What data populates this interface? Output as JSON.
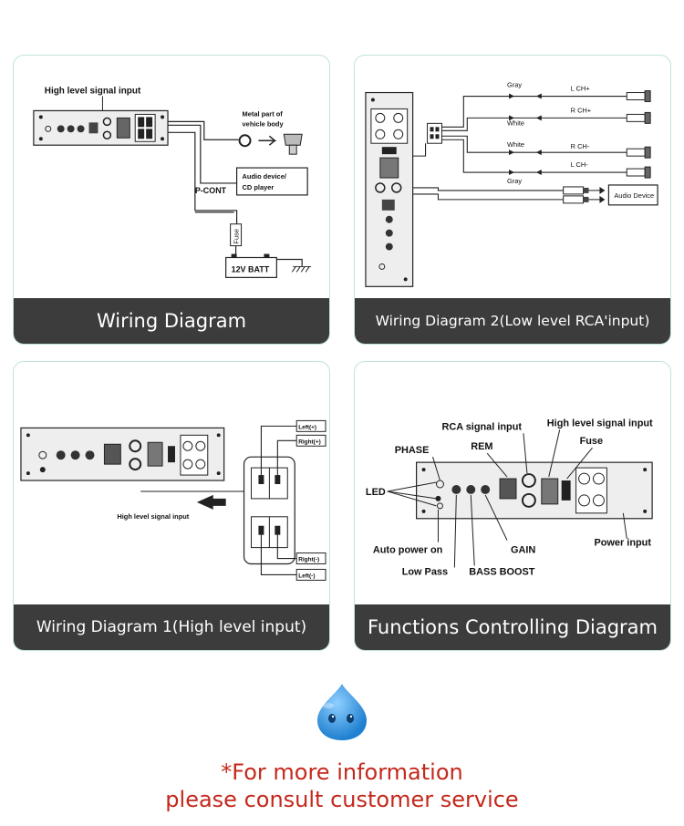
{
  "panels": [
    {
      "caption": "Wiring Diagram",
      "labels": {
        "high_level_signal_input": "High level signal input",
        "metal_part": "Metal part of",
        "vehicle_body": "vehicle body",
        "audio_device": "Audio device/",
        "cd_player": "CD player",
        "p_cont": "P-CONT",
        "fuse": "Fuse",
        "batt": "12V BATT"
      }
    },
    {
      "caption": "Wiring Diagram 2(Low level RCA'input)",
      "labels": {
        "gray": "Gray",
        "white": "White",
        "lch_plus": "L CH+",
        "rch_plus": "R CH+",
        "rch_minus": "R CH-",
        "lch_minus": "L CH-",
        "audio_device": "Audio Device"
      }
    },
    {
      "caption": "Wiring Diagram 1(High level input)",
      "labels": {
        "left_plus": "Left(+)",
        "right_plus": "Right(+)",
        "right_minus": "Right(-)",
        "left_minus": "Left(-)",
        "high_level_signal_input": "High level signal input"
      }
    },
    {
      "caption": "Functions Controlling Diagram",
      "labels": {
        "rca_signal_input": "RCA signal input",
        "high_level_signal_input": "High level signal input",
        "phase": "PHASE",
        "rem": "REM",
        "fuse": "Fuse",
        "led": "LED",
        "power_input": "Power input",
        "auto_power_on": "Auto power on",
        "gain": "GAIN",
        "low_pass": "Low Pass",
        "bass_boost": "BASS BOOST"
      }
    }
  ],
  "footer": {
    "line1": "*For more information",
    "line2": "please consult customer service"
  },
  "colors": {
    "card_border": "#bfe3dc",
    "caption_bg": "#3c3c3c",
    "footer_text": "#c4281c",
    "mascot": "#3a9be0"
  }
}
